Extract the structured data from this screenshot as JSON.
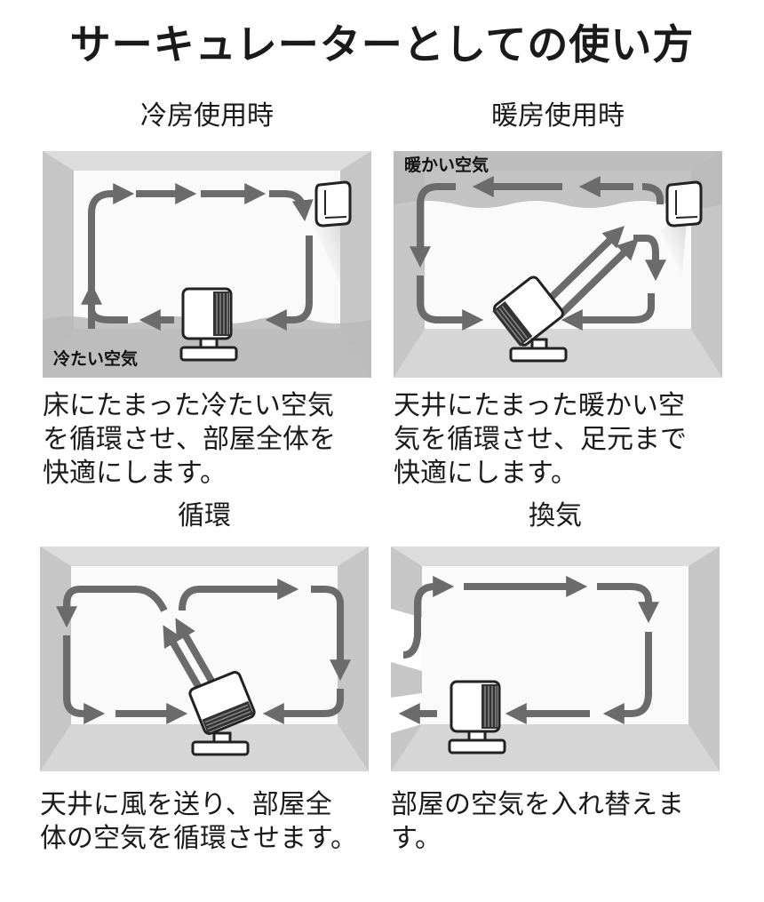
{
  "title": "サーキュレーターとしての使い方",
  "panels": [
    {
      "heading": "冷房使用時",
      "room_label": "冷たい空気",
      "description": "床にたまった冷たい空気\nを循環させ、部屋全体を\n快適にします。"
    },
    {
      "heading": "暖房使用時",
      "room_label": "暖かい空気",
      "description": "天井にたまった暖かい空\n気を循環させ、足元まで\n快適にします。"
    },
    {
      "heading": "循環",
      "description": "天井に風を送り、部屋全\n体の空気を循環させます。"
    },
    {
      "heading": "換気",
      "description": "部屋の空気を入れ替えます。"
    }
  ],
  "colors": {
    "wall_outer": "#d0d0d0",
    "wall_inner": "#ebebeb",
    "arrow": "#6b6b6b",
    "air_layer": "#b8b8b8"
  },
  "icons": [
    "air-conditioner-icon",
    "circulator-fan-icon"
  ]
}
